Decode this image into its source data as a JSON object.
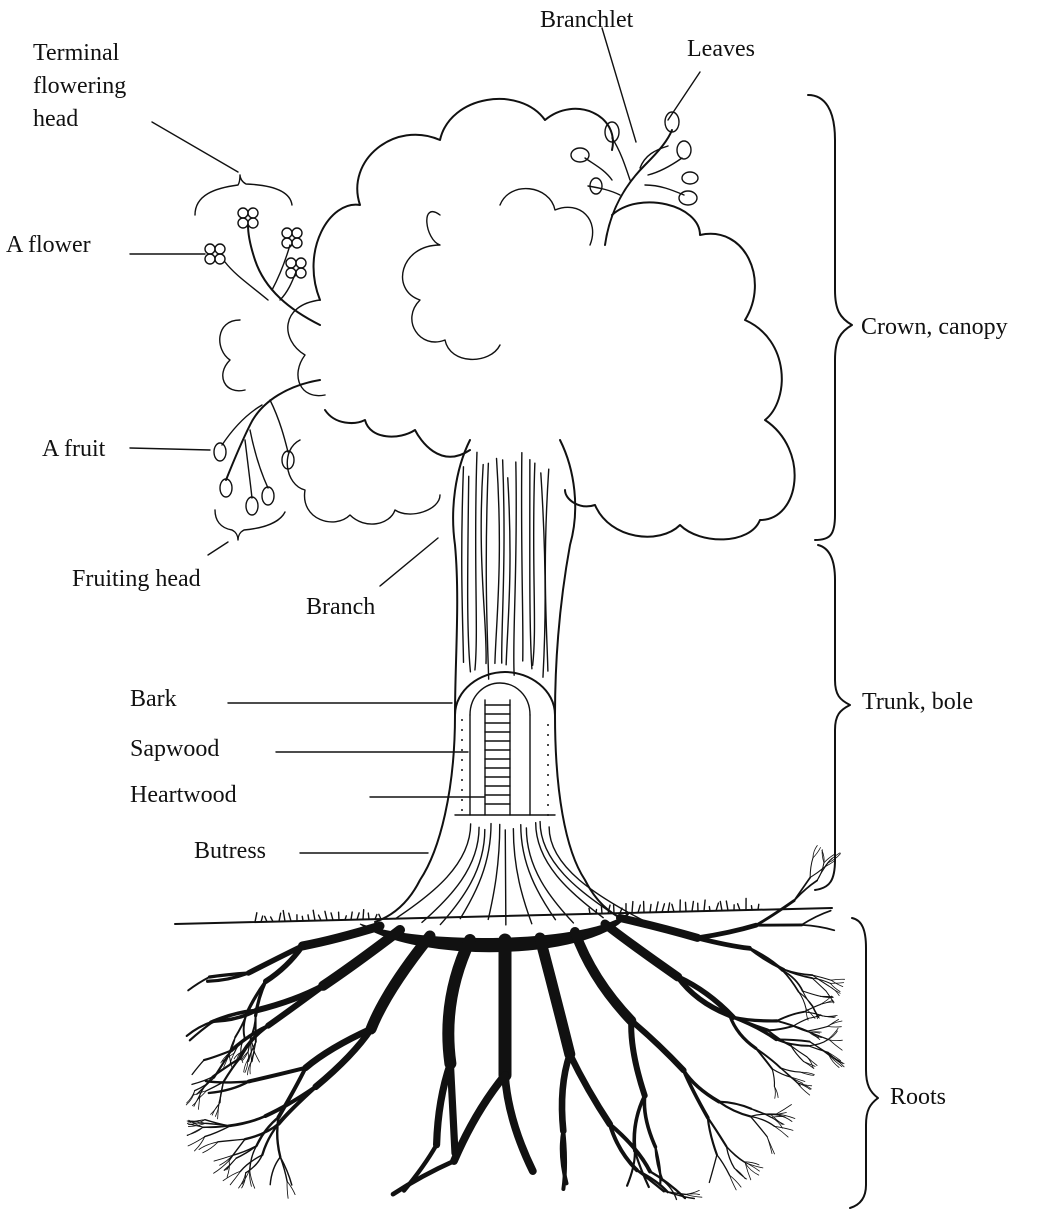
{
  "labels": {
    "terminal_flowering_head": [
      "Terminal",
      "flowering",
      "head"
    ],
    "a_flower": "A flower",
    "a_fruit": "A fruit",
    "fruiting_head": "Fruiting head",
    "branch": "Branch",
    "bark": "Bark",
    "sapwood": "Sapwood",
    "heartwood": "Heartwood",
    "butress": "Butress",
    "branchlet": "Branchlet",
    "leaves": "Leaves",
    "crown_canopy": "Crown, canopy",
    "trunk_bole": "Trunk, bole",
    "roots": "Roots"
  },
  "colors": {
    "ink": "#111111",
    "background": "#ffffff"
  }
}
